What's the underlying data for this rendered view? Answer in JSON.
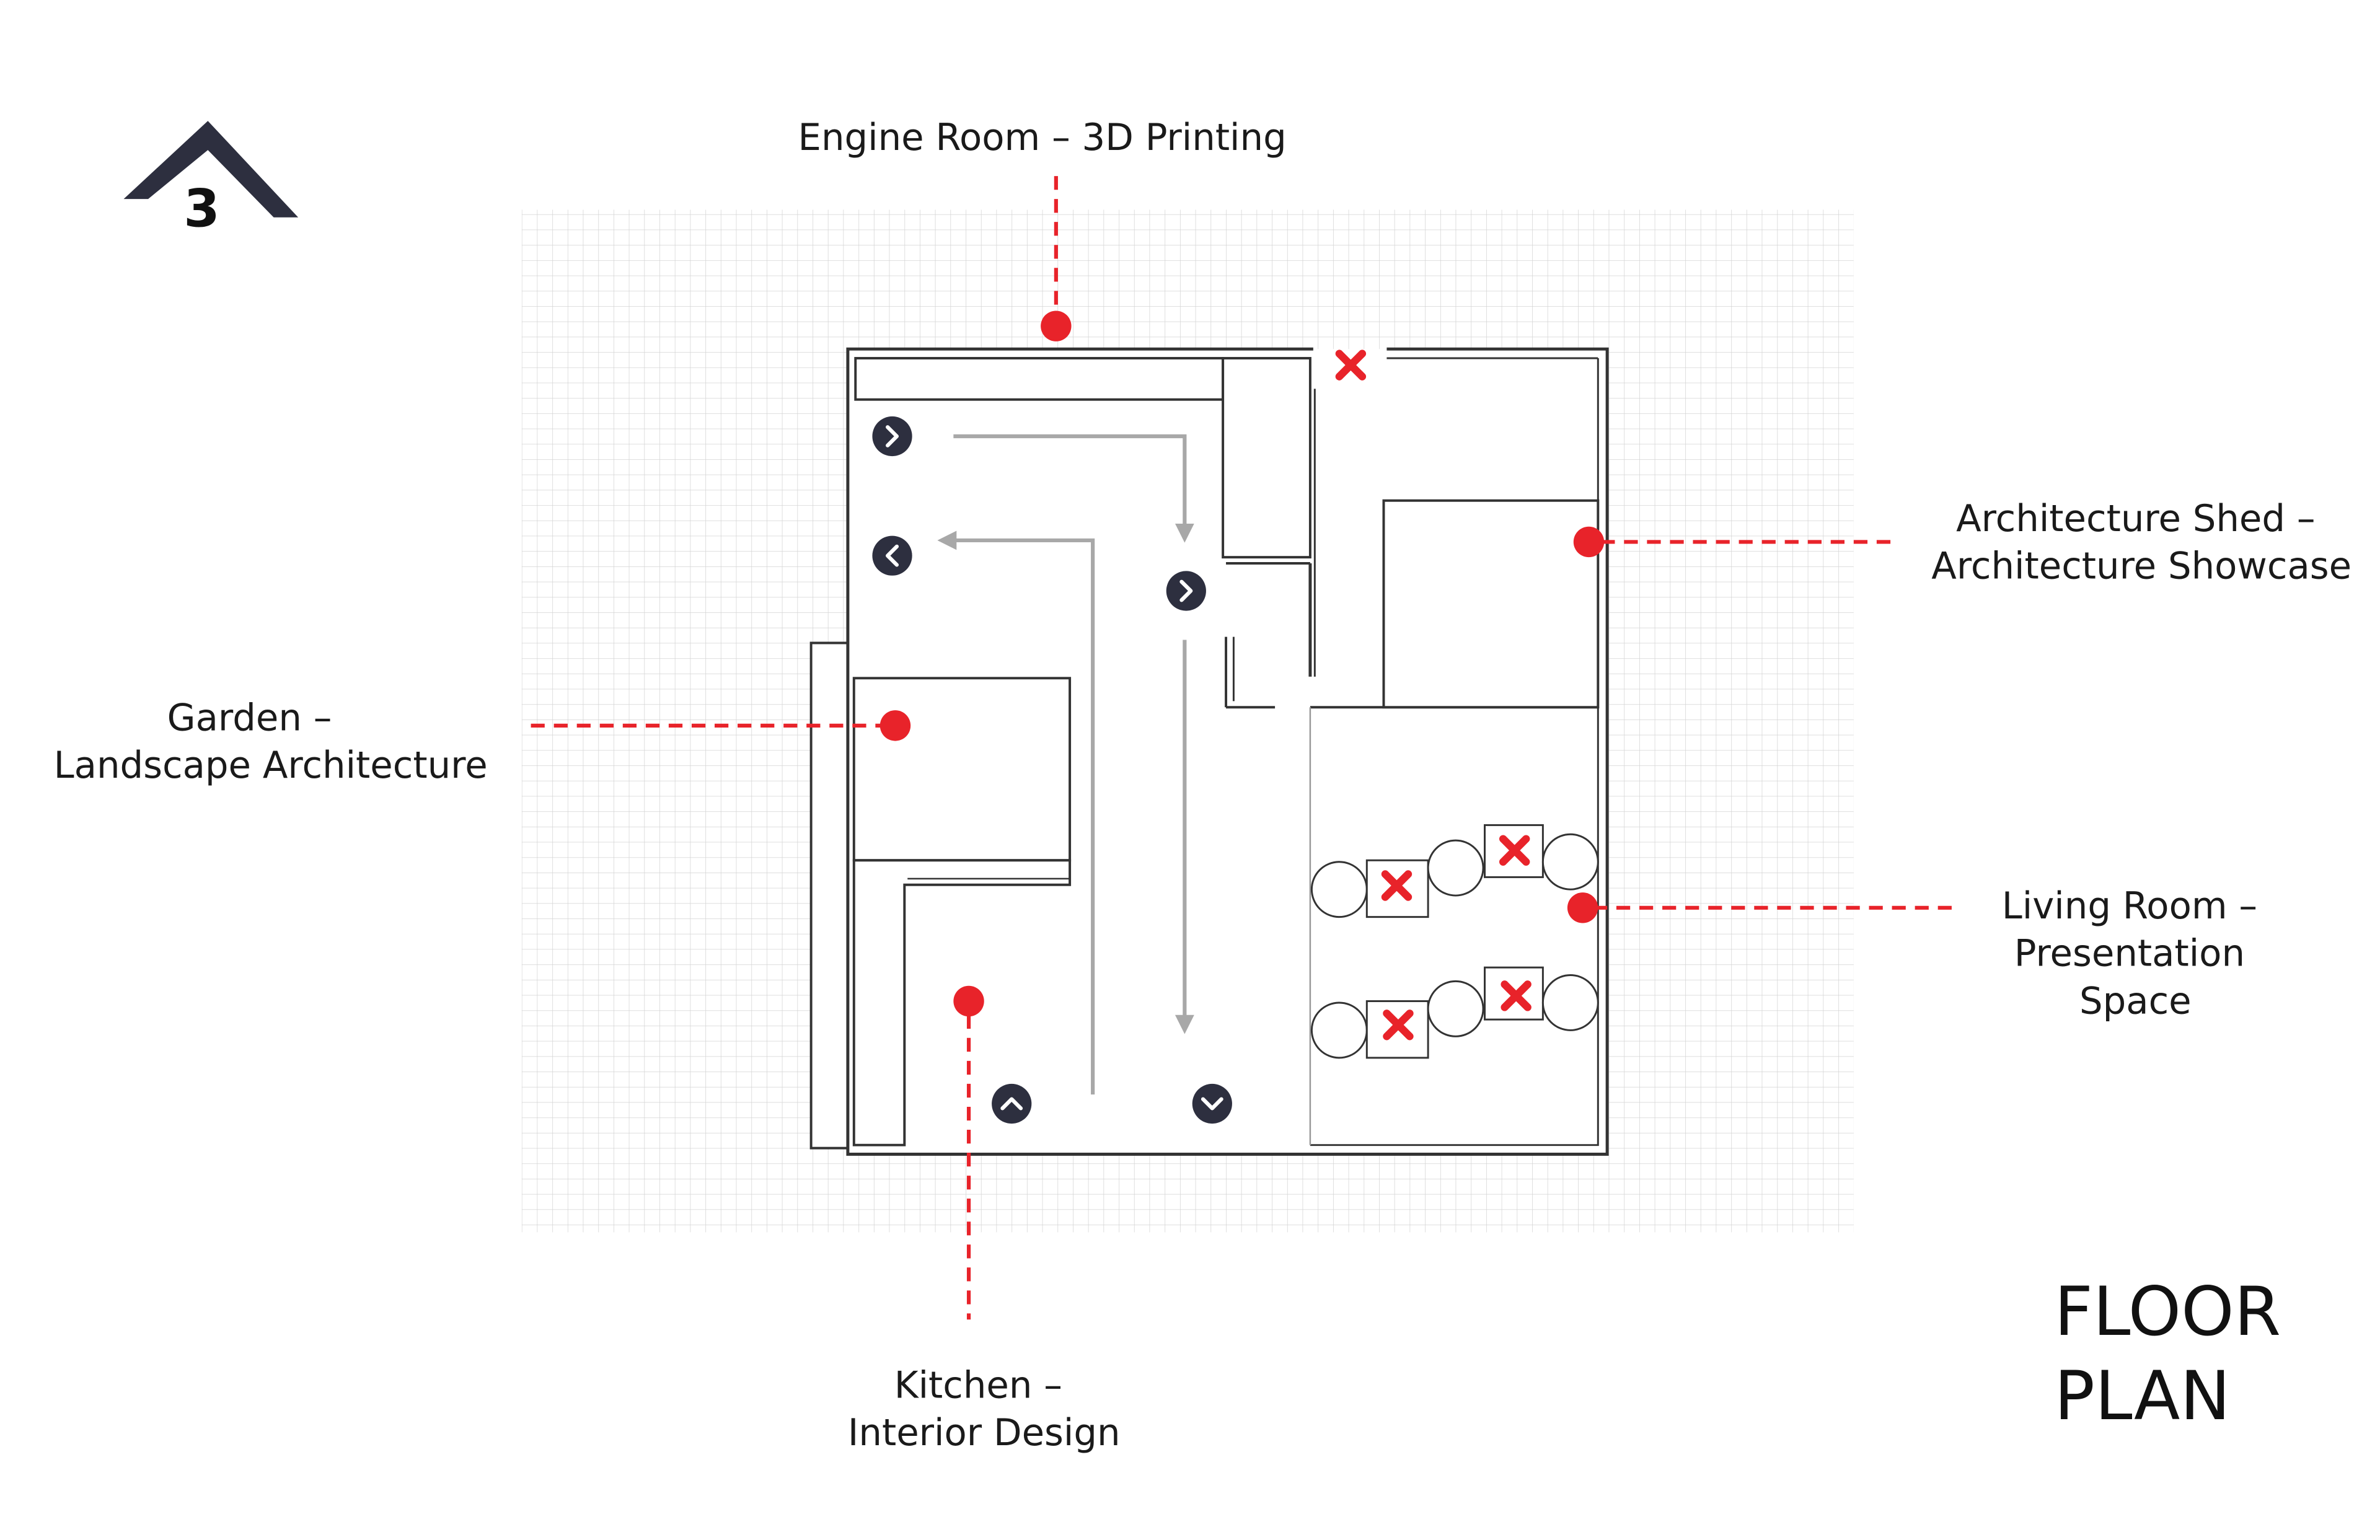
{
  "logo": {
    "glyph": "3",
    "color": "#2d2f3f"
  },
  "title": {
    "line1": "FLOOR",
    "line2": "PLAN"
  },
  "labels": {
    "engine_room": "Engine Room – 3D Printing",
    "architecture_shed": {
      "line1": "Architecture Shed –",
      "line2": "Architecture Showcase"
    },
    "garden": {
      "line1": "Garden –",
      "line2": "Landscape Architecture"
    },
    "living_room": {
      "line1": "Living Room –",
      "line2": "Presentation",
      "line3": "Space"
    },
    "kitchen": {
      "line1": "Kitchen –",
      "line2": "Interior Design"
    }
  },
  "colors": {
    "marker": "#e8232a",
    "wall": "#333333",
    "grid": "#cfcfcf",
    "path_arrow": "#a8a8a8",
    "nav_button": "#2d2f3f"
  },
  "icons": {
    "nav_buttons": [
      "chevron-right-icon",
      "chevron-left-icon",
      "chevron-right-icon",
      "chevron-up-icon",
      "chevron-down-icon"
    ],
    "blocked": "red-x-icon",
    "location": "location-marker-icon"
  }
}
